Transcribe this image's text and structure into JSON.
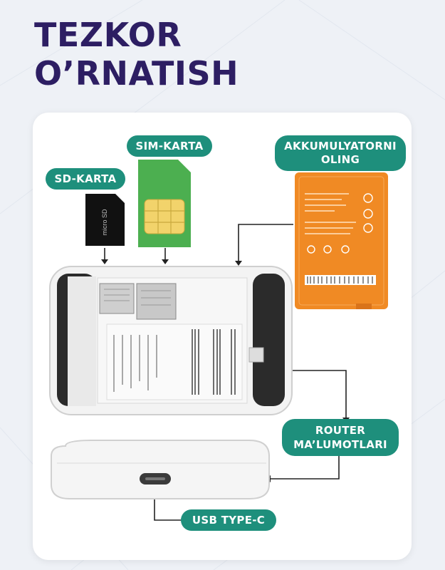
{
  "heading": {
    "line1": "TEZKOR",
    "line2": "O’RNATISH"
  },
  "labels": {
    "sim": "SIM-KARTA",
    "sd": "SD-KARTA",
    "battery_line1": "AKKUMULYATORNI",
    "battery_line2": "OLING",
    "router_line1": "ROUTER",
    "router_line2": "MA’LUMOTLARI",
    "usb": "USB TYPE-C"
  },
  "colors": {
    "title": "#2d1e63",
    "pill": "#1e8f7c",
    "battery": "#f08a24",
    "sim": "#4caf50",
    "device_frame": "#f2f2f2",
    "device_inner": "#2b2b2b"
  },
  "icons": [
    "sd-card-icon",
    "sim-card-icon",
    "battery-icon",
    "router-device-icon",
    "usb-port-icon"
  ]
}
